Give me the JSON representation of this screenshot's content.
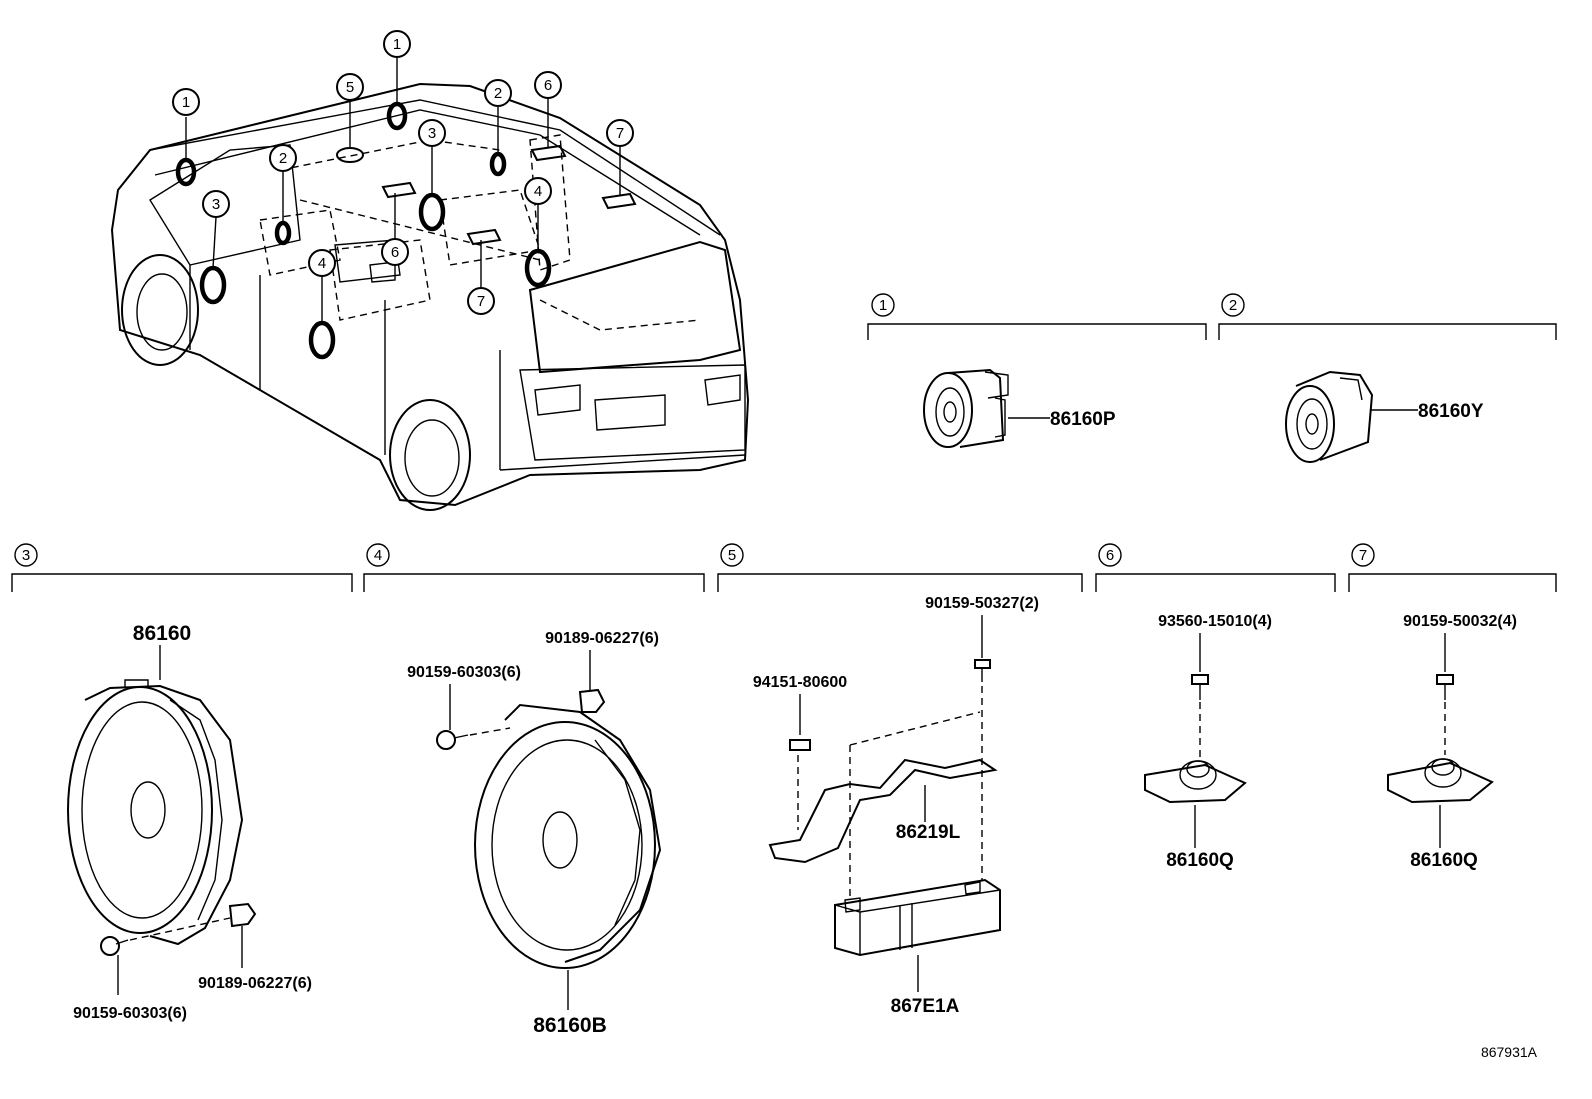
{
  "diagram": {
    "reference_code": "867931A",
    "callout_numbers": [
      "1",
      "2",
      "3",
      "4",
      "5",
      "6",
      "7"
    ],
    "sections": [
      {
        "number": "1",
        "parts": [
          {
            "label": "86160P"
          }
        ]
      },
      {
        "number": "2",
        "parts": [
          {
            "label": "86160Y"
          }
        ]
      },
      {
        "number": "3",
        "parts": [
          {
            "label": "86160"
          },
          {
            "label": "90189-06227(6)"
          },
          {
            "label": "90159-60303(6)"
          }
        ]
      },
      {
        "number": "4",
        "parts": [
          {
            "label": "90189-06227(6)"
          },
          {
            "label": "90159-60303(6)"
          },
          {
            "label": "86160B"
          }
        ]
      },
      {
        "number": "5",
        "parts": [
          {
            "label": "90159-50327(2)"
          },
          {
            "label": "94151-80600"
          },
          {
            "label": "86219L"
          },
          {
            "label": "867E1A"
          }
        ]
      },
      {
        "number": "6",
        "parts": [
          {
            "label": "93560-15010(4)"
          },
          {
            "label": "86160Q"
          }
        ]
      },
      {
        "number": "7",
        "parts": [
          {
            "label": "90159-50032(4)"
          },
          {
            "label": "86160Q"
          }
        ]
      }
    ]
  }
}
